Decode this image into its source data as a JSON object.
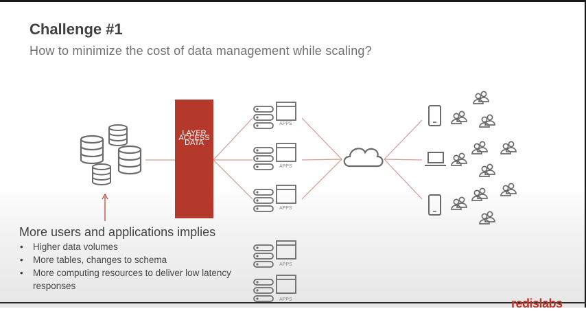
{
  "slide": {
    "title": "Challenge #1",
    "subtitle": "How to minimize the cost of data management while scaling?"
  },
  "diagram": {
    "data_access_layer": [
      "DATA",
      "ACCESS",
      "LAYER"
    ],
    "apps_label": "APPS",
    "icons": [
      "database-icon",
      "server-app-icon",
      "cloud-icon",
      "phone-icon",
      "laptop-icon",
      "users-icon"
    ],
    "accent_color": "#b5392b",
    "line_color": "#d39a90",
    "icon_color": "#6a6a6a"
  },
  "bullets": {
    "heading": "More users and applications implies",
    "items": [
      "Higher data volumes",
      "More tables, changes to schema",
      "More computing resources to deliver low latency responses"
    ]
  },
  "logo": {
    "text": "redislabs"
  }
}
